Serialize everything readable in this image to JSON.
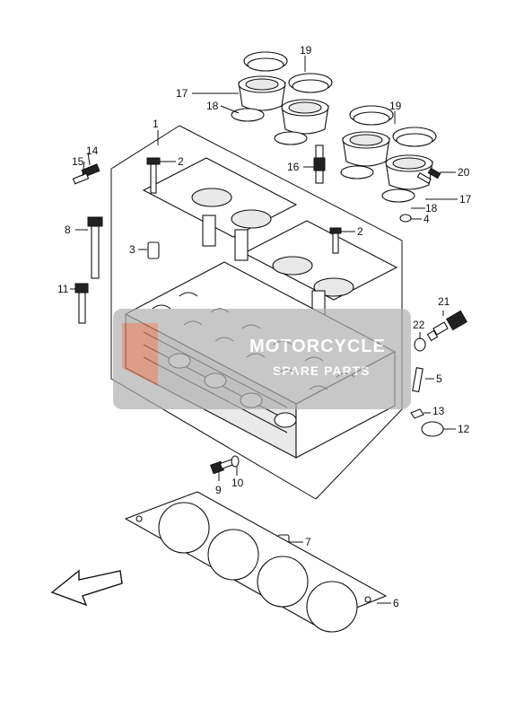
{
  "watermark": {
    "text": "MOTORCYCLE",
    "sub": "SPARE PARTS"
  },
  "callouts": {
    "c1": "1",
    "c2a": "2",
    "c2b": "2",
    "c3": "3",
    "c4": "4",
    "c5": "5",
    "c6": "6",
    "c7": "7",
    "c8": "8",
    "c9": "9",
    "c10": "10",
    "c11": "11",
    "c12": "12",
    "c13": "13",
    "c14": "14",
    "c15": "15",
    "c16": "16",
    "c17a": "17",
    "c17b": "17",
    "c18a": "18",
    "c18b": "18",
    "c19a": "19",
    "c19b": "19",
    "c20": "20",
    "c21": "21",
    "c22": "22"
  },
  "colors": {
    "watermark_box": "#b0b0b0",
    "watermark_accent": "#e0704a",
    "line": "#111111"
  },
  "icons": {
    "front_arrow": "front-direction-arrow-icon"
  }
}
